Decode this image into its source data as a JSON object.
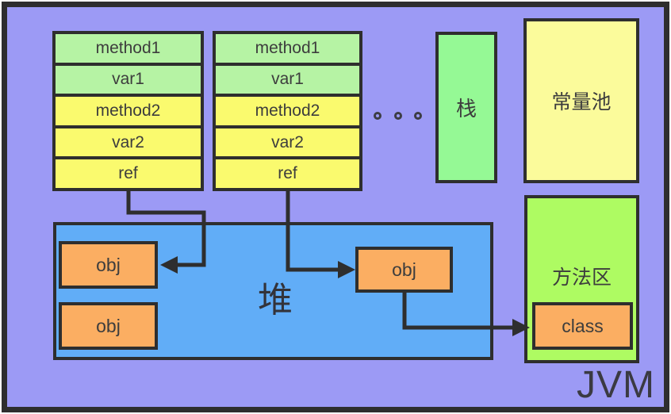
{
  "jvm_label": "JVM",
  "frames": [
    {
      "rows": [
        "method1",
        "var1",
        "method2",
        "var2",
        "ref"
      ]
    },
    {
      "rows": [
        "method1",
        "var1",
        "method2",
        "var2",
        "ref"
      ]
    }
  ],
  "stack": {
    "label": "栈"
  },
  "constant_pool": {
    "label": "常量池"
  },
  "method_area": {
    "label": "方法区",
    "class_label": "class"
  },
  "heap": {
    "label": "堆",
    "objects": [
      "obj",
      "obj",
      "obj"
    ]
  },
  "colors": {
    "background_purple": "#9c9af5",
    "heap_blue": "#61adf7",
    "object_orange": "#fbae62",
    "frame_row_green": "#b6f3a4",
    "frame_row_yellow": "#fafa6e",
    "stack_green": "#95f995",
    "constant_pool_yellow": "#fbfb9b",
    "method_area_green": "#aefb62",
    "border_dark": "#2e2e2e"
  }
}
